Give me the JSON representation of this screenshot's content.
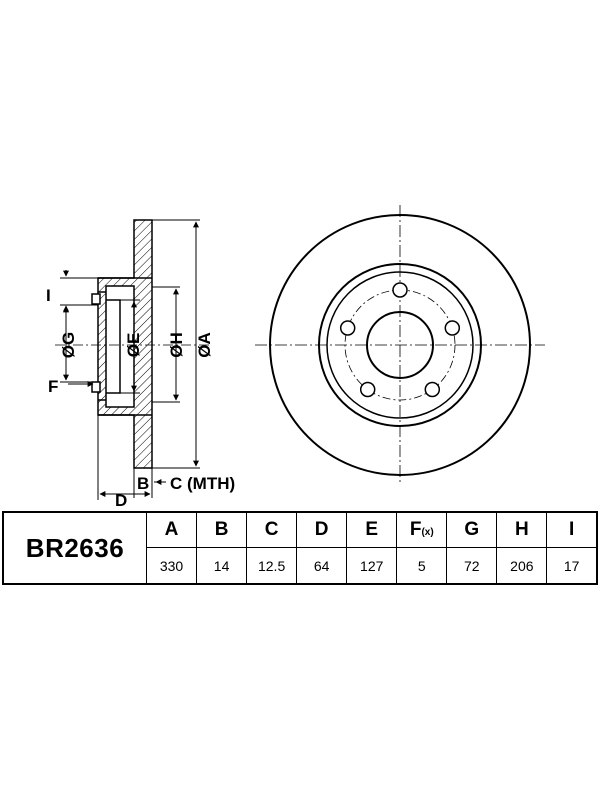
{
  "part_number": "BR2636",
  "drawing_labels": {
    "dim_a": "ØA",
    "dim_h": "ØH",
    "dim_e": "ØE",
    "dim_g": "ØG",
    "dim_i": "I",
    "dim_f": "F",
    "dim_b": "B",
    "dim_c": "C (MTH)",
    "dim_d": "D"
  },
  "spec_headers": [
    "A",
    "B",
    "C",
    "D",
    "E",
    "F",
    "G",
    "H",
    "I"
  ],
  "f_suffix": "(x)",
  "spec_values": [
    "330",
    "14",
    "12.5",
    "64",
    "127",
    "5",
    "72",
    "206",
    "17"
  ],
  "colors": {
    "line": "#000000",
    "background": "#ffffff"
  }
}
